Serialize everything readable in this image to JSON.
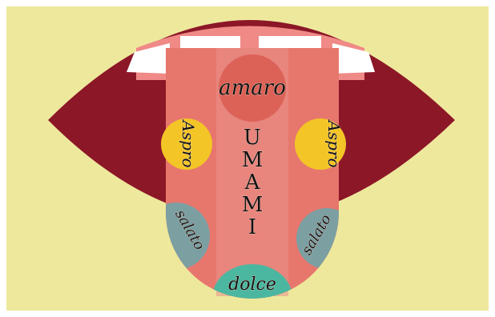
{
  "labels": {
    "bitter": "amaro",
    "sour": "Aspro",
    "salty": "salato",
    "sweet": "dolce",
    "umami": [
      "U",
      "M",
      "A",
      "M",
      "I"
    ]
  },
  "colors": {
    "background": "#eee89d",
    "lips": "#8c1727",
    "teeth": "#ffffff",
    "tongue": "#e7776d",
    "tongue_center": "#e9918a",
    "bitter_zone": "#dc6258",
    "sour_zone": "#f4c526",
    "salty_zone": "#7c9fa2",
    "sweet_zone": "#4cb7a0"
  }
}
